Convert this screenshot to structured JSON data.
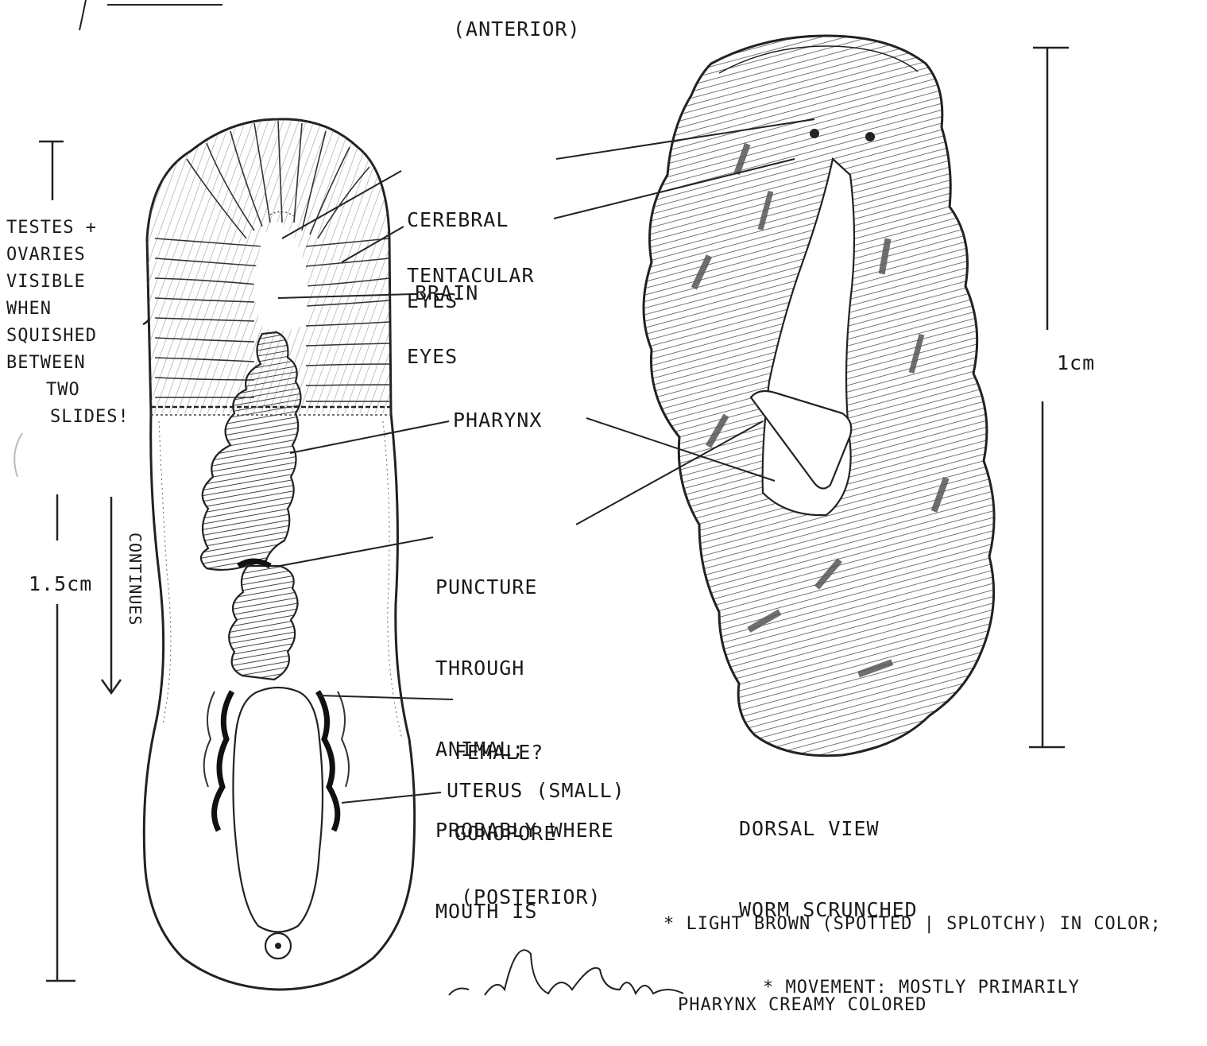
{
  "orientation": {
    "anterior": "(ANTERIOR)",
    "posterior": "(POSTERIOR)"
  },
  "side_note": {
    "lines": [
      "TESTES +",
      "OVARIES",
      "VISIBLE",
      "WHEN",
      "SQUISHED",
      "BETWEEN",
      "TWO",
      "SLIDES!"
    ],
    "continues": "CONTINUES"
  },
  "scale": {
    "left": "1.5cm",
    "right": "1cm"
  },
  "labels": {
    "cerebral_eyes": [
      "CEREBRAL",
      "EYES"
    ],
    "tentacular_eyes": [
      "TENTACULAR",
      "EYES"
    ],
    "brain": "BRAIN",
    "pharynx": "PHARYNX",
    "puncture": [
      "PUNCTURE",
      "THROUGH",
      "ANIMAL;",
      "PROBABLY WHERE",
      "MOUTH IS"
    ],
    "gonopore": [
      "FEMALE?",
      "GONOPORE"
    ],
    "uterus": "UTERUS (SMALL)"
  },
  "dorsal_caption": [
    "DORSAL VIEW",
    "WORM SCRUNCHED"
  ],
  "color_note": [
    "* LIGHT BROWN (SPOTTED | SPLOTCHY) IN COLOR;",
    "PHARYNX CREAMY COLORED"
  ],
  "bottom_note": "* MOVEMENT: MOSTLY PRIMARILY"
}
